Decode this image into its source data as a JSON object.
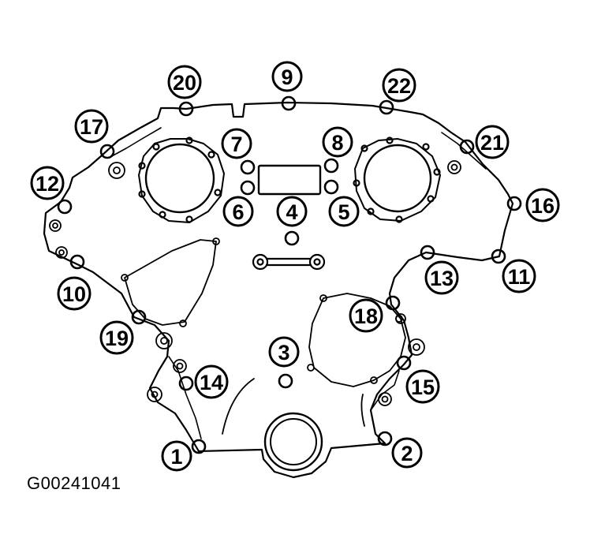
{
  "figure": {
    "id": "G00241041"
  },
  "callouts": [
    "1",
    "2",
    "3",
    "4",
    "5",
    "6",
    "7",
    "8",
    "9",
    "10",
    "11",
    "12",
    "13",
    "14",
    "15",
    "16",
    "17",
    "18",
    "19",
    "20",
    "21",
    "22"
  ],
  "colors": {
    "line": "#000000",
    "background": "#ffffff"
  }
}
